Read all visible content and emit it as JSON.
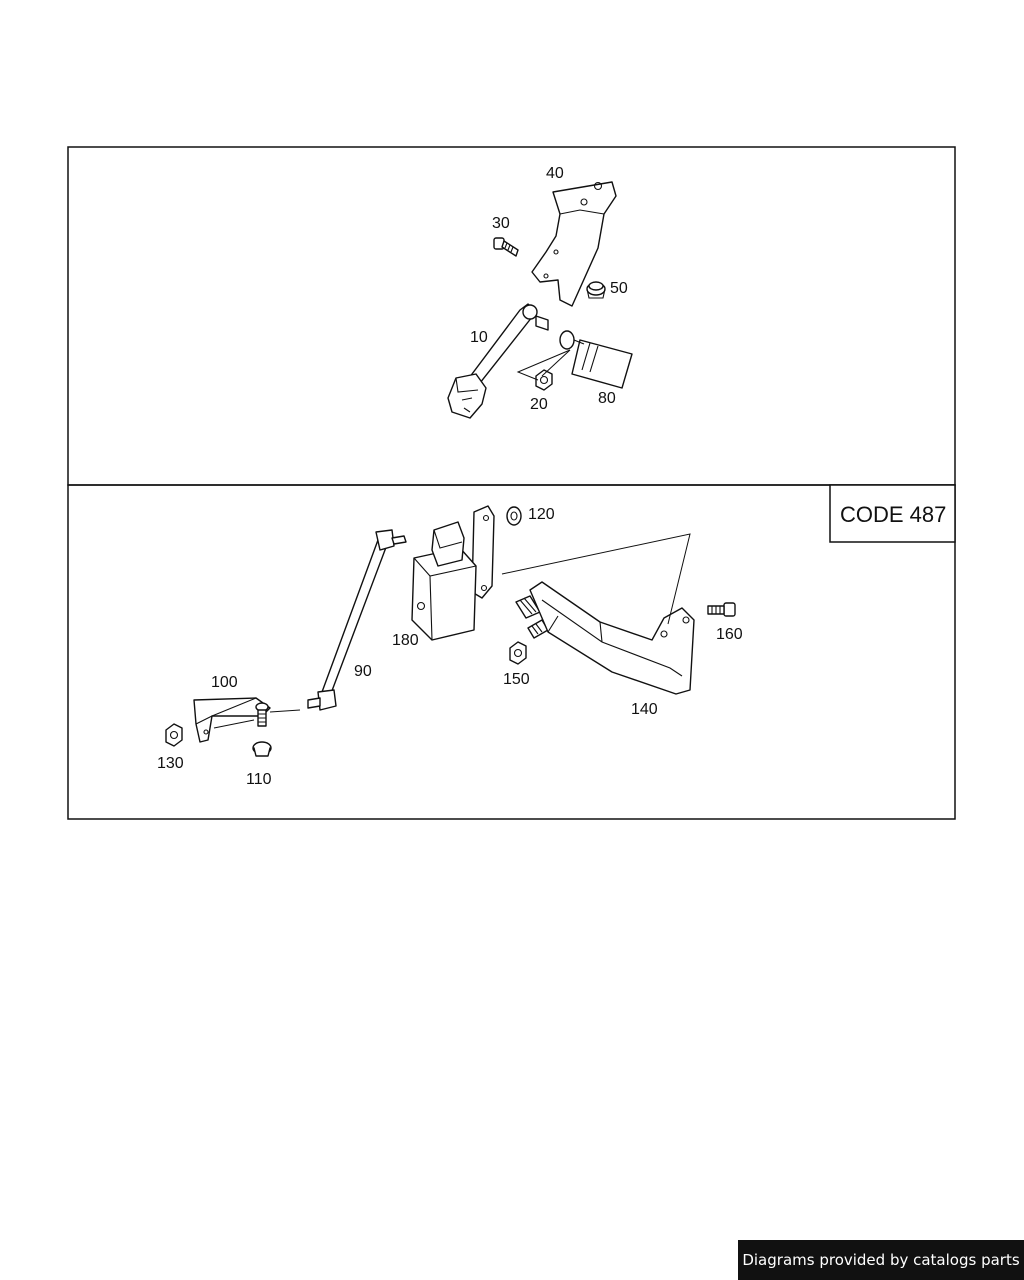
{
  "top_callouts": {
    "c10": "10",
    "c20": "20",
    "c30": "30",
    "c40": "40",
    "c50": "50",
    "c80": "80"
  },
  "bottom_callouts": {
    "c90": "90",
    "c100": "100",
    "c110": "110",
    "c120": "120",
    "c130": "130",
    "c140": "140",
    "c150": "150",
    "c160": "160",
    "c180": "180"
  },
  "code_box": {
    "label": "CODE 487"
  },
  "footer": {
    "text": "Diagrams provided by catalogs parts"
  }
}
